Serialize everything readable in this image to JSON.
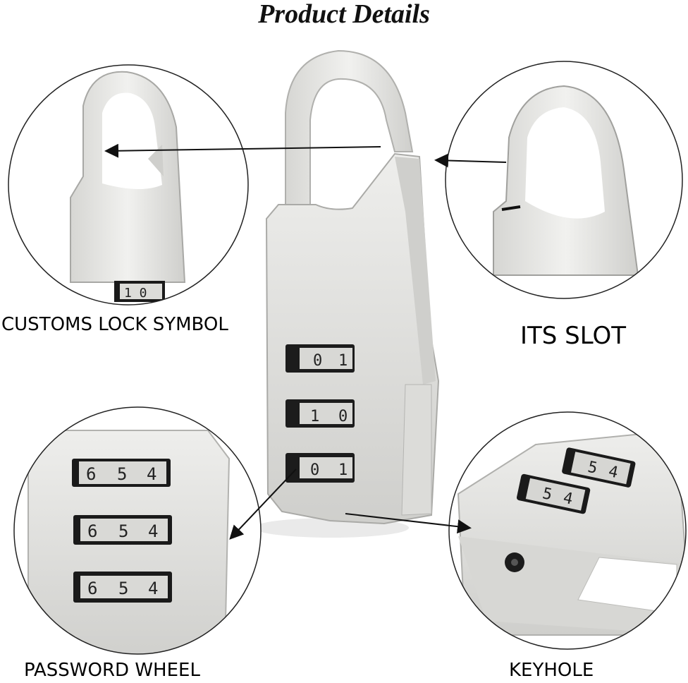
{
  "title": "Product Details",
  "labels": {
    "customs": "CUSTOMS LOCK SYMBOL",
    "slot": "ITS SLOT",
    "password": "PASSWORD WHEEL",
    "keyhole": "KEYHOLE"
  },
  "main_lock": {
    "rows": [
      "0",
      "1",
      "0"
    ]
  },
  "wheel_digits": {
    "left": "6",
    "mid": "5",
    "right": "4"
  },
  "customs_digits": "1 0",
  "keyhole_digits": [
    "5",
    "4"
  ],
  "colors": {
    "metal": "#e4e4e2",
    "metal_dark": "#b9b9b6",
    "outline": "#222222",
    "arrow": "#111111"
  }
}
